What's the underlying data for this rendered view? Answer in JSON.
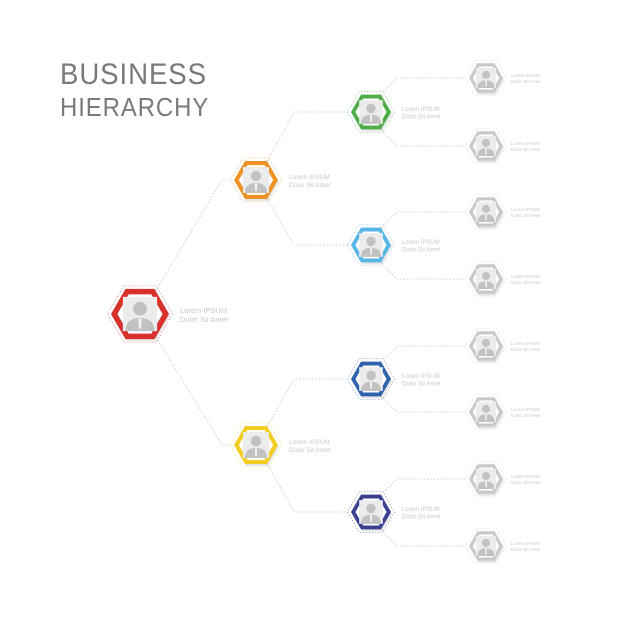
{
  "title": {
    "line1": "BUSINESS",
    "line2": "HIERARCHY"
  },
  "colors": {
    "connector": "#c4c4c4",
    "icon_fill": "#c2c2c2",
    "inner_fill": "#ffffff",
    "gray_ring": "#c9c9c9",
    "label_text": "#c8c8c8"
  },
  "nodes": [
    {
      "id": "root",
      "level": 0,
      "color": "#d8302c",
      "label1": "Lorem IPSUM",
      "label2": "Dolor Sit Amet"
    },
    {
      "id": "l1-a",
      "level": 1,
      "parent": "root",
      "color": "#ef9224",
      "label1": "Lorem IPSUM",
      "label2": "Dolor Sit Amet"
    },
    {
      "id": "l1-b",
      "level": 1,
      "parent": "root",
      "color": "#f4cd22",
      "label1": "Lorem IPSUM",
      "label2": "Dolor Sit Amet"
    },
    {
      "id": "l2-a",
      "level": 2,
      "parent": "l1-a",
      "color": "#4fad48",
      "label1": "Lorem IPSUM",
      "label2": "Dolor Sit Amet"
    },
    {
      "id": "l2-b",
      "level": 2,
      "parent": "l1-a",
      "color": "#56b7e6",
      "label1": "Lorem IPSUM",
      "label2": "Dolor Sit Amet"
    },
    {
      "id": "l2-c",
      "level": 2,
      "parent": "l1-b",
      "color": "#2f64ac",
      "label1": "Lorem IPSUM",
      "label2": "Dolor Sit Amet"
    },
    {
      "id": "l2-d",
      "level": 2,
      "parent": "l1-b",
      "color": "#3b3f8f",
      "label1": "Lorem IPSUM",
      "label2": "Dolor Sit Amet"
    },
    {
      "id": "l3-1",
      "level": 3,
      "parent": "l2-a",
      "color": "#c9c9c9",
      "label1": "Lorem IPSUM",
      "label2": "Dolor Sit Amet"
    },
    {
      "id": "l3-2",
      "level": 3,
      "parent": "l2-a",
      "color": "#c9c9c9",
      "label1": "Lorem IPSUM",
      "label2": "Dolor Sit Amet"
    },
    {
      "id": "l3-3",
      "level": 3,
      "parent": "l2-b",
      "color": "#c9c9c9",
      "label1": "Lorem IPSUM",
      "label2": "Dolor Sit Amet"
    },
    {
      "id": "l3-4",
      "level": 3,
      "parent": "l2-b",
      "color": "#c9c9c9",
      "label1": "Lorem IPSUM",
      "label2": "Dolor Sit Amet"
    },
    {
      "id": "l3-5",
      "level": 3,
      "parent": "l2-c",
      "color": "#c9c9c9",
      "label1": "Lorem IPSUM",
      "label2": "Dolor Sit Amet"
    },
    {
      "id": "l3-6",
      "level": 3,
      "parent": "l2-c",
      "color": "#c9c9c9",
      "label1": "Lorem IPSUM",
      "label2": "Dolor Sit Amet"
    },
    {
      "id": "l3-7",
      "level": 3,
      "parent": "l2-d",
      "color": "#c9c9c9",
      "label1": "Lorem IPSUM",
      "label2": "Dolor Sit Amet"
    },
    {
      "id": "l3-8",
      "level": 3,
      "parent": "l2-d",
      "color": "#c9c9c9",
      "label1": "Lorem IPSUM",
      "label2": "Dolor Sit Amet"
    }
  ]
}
